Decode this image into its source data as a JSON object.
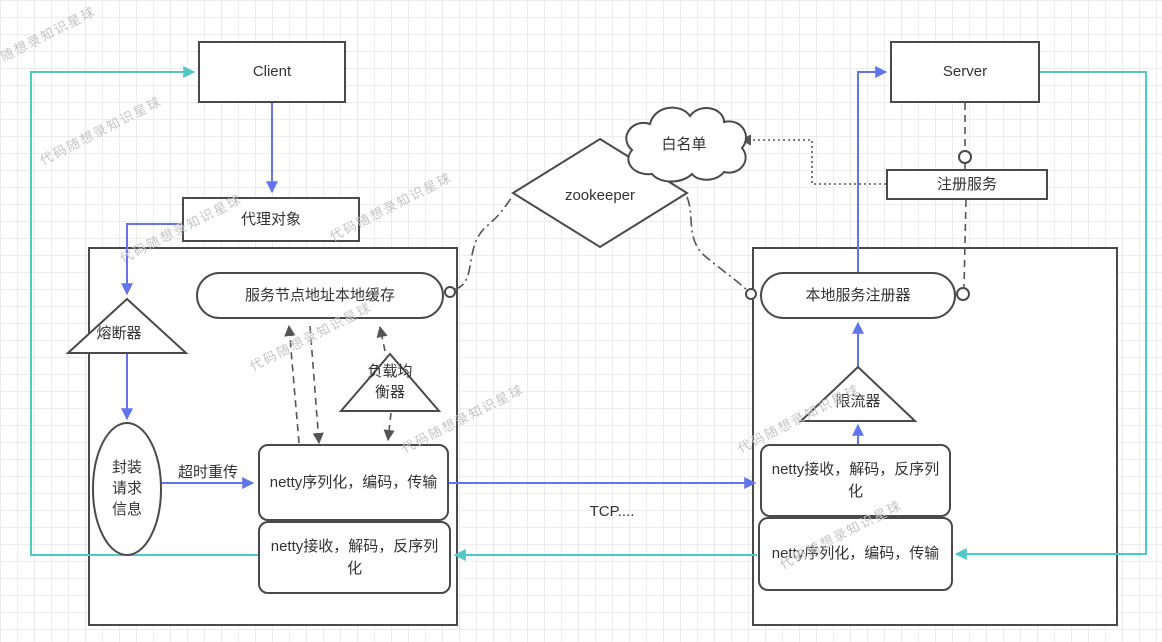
{
  "watermark": {
    "text": "代码随想录知识星球"
  },
  "nodes": {
    "client": {
      "label": "Client"
    },
    "server": {
      "label": "Server"
    },
    "proxy": {
      "label": "代理对象"
    },
    "zookeeper": {
      "label": "zookeeper"
    },
    "whitelist": {
      "label": "白名单"
    },
    "register_service": {
      "label": "注册服务"
    },
    "service_node_cache": {
      "label": "服务节点地址本地缓存"
    },
    "local_service_registry": {
      "label": "本地服务注册器"
    },
    "circuit_breaker": {
      "label": "熔断器"
    },
    "load_balancer": {
      "label": "负载均\n衡器"
    },
    "rate_limiter": {
      "label": "限流器"
    },
    "wrap_request": {
      "label": "封装\n请求\n信息"
    },
    "client_netty_send": {
      "label": "netty序列化，编码，传输"
    },
    "client_netty_recv": {
      "label": "netty接收，解码，反序列化"
    },
    "server_netty_recv": {
      "label": "netty接收，解码，反序列化"
    },
    "server_netty_send": {
      "label": "netty序列化，编码，传输"
    }
  },
  "edges": {
    "timeout_retry_label": "超时重传",
    "tcp_label": "TCP...."
  },
  "colors": {
    "request_arrow": "#6176ec",
    "response_arrow": "#53c7c5",
    "shape_stroke": "#4a4a4a",
    "text": "#333333",
    "dashed_line": "#555555",
    "watermark": "#c4c4c4",
    "grid_line": "#ececec"
  }
}
